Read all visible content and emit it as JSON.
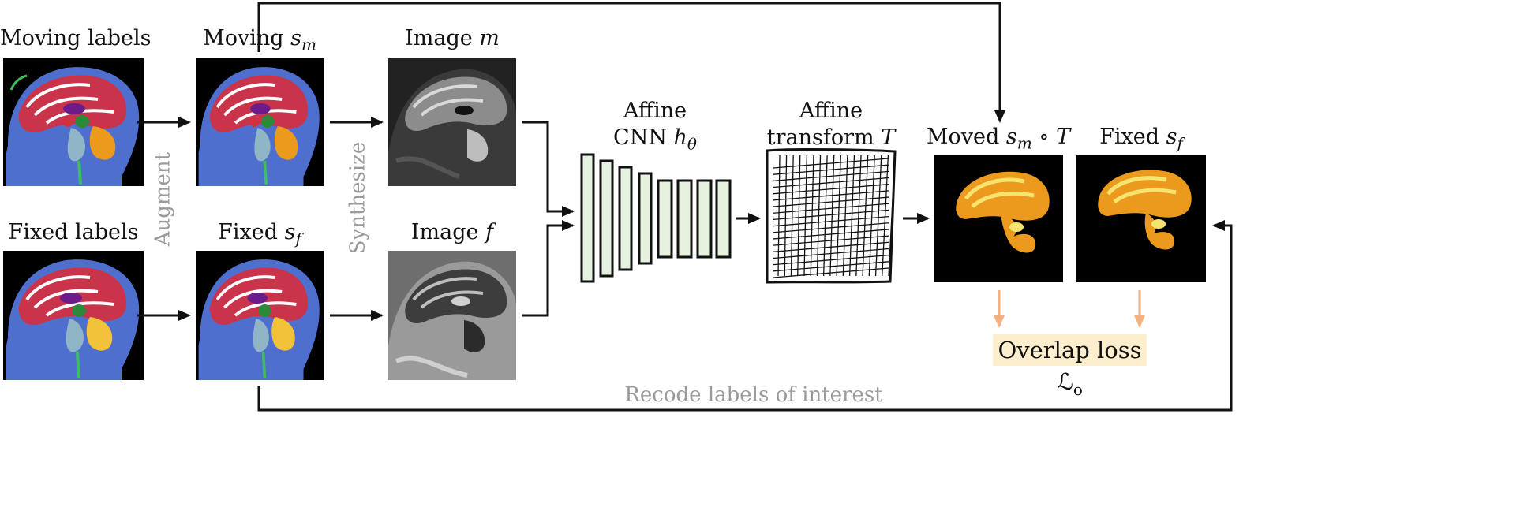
{
  "labels": {
    "moving_labels": "Moving labels",
    "fixed_labels": "Fixed labels",
    "moving_sm_text": "Moving ",
    "moving_sm_var": "s",
    "moving_sm_sub": "m",
    "fixed_sf_text": "Fixed ",
    "fixed_sf_var": "s",
    "fixed_sf_sub": "f",
    "image_m_text": "Image ",
    "image_m_var": "m",
    "image_f_text": "Image ",
    "image_f_var": "f",
    "augment": "Augment",
    "synthesize": "Synthesize",
    "cnn_line1": "Affine",
    "cnn_line2_text": "CNN ",
    "cnn_line2_var": "h",
    "cnn_line2_sub": "θ",
    "transform_line1": "Affine",
    "transform_line2_text": "transform ",
    "transform_line2_var": "T",
    "moved_text": "Moved ",
    "moved_var": "s",
    "moved_sub": "m",
    "moved_op": " ∘ ",
    "moved_T": "T",
    "fixed_right_text": "Fixed ",
    "fixed_right_var": "s",
    "fixed_right_sub": "f",
    "loss_text": "Overlap loss ",
    "loss_var": "ℒ",
    "loss_sub": "o",
    "recode": "Recode labels of interest"
  },
  "colors": {
    "cnn_fill": "#e6f2e0",
    "loss_box": "#fdefce",
    "loss_arrow": "#f5b07f",
    "caption_gray": "#9a9a9a",
    "brain_red": "#c9344a",
    "brain_blue": "#4f6fcf",
    "seg_orange": "#ec9a1e",
    "seg_yellow": "#f6e46e"
  }
}
